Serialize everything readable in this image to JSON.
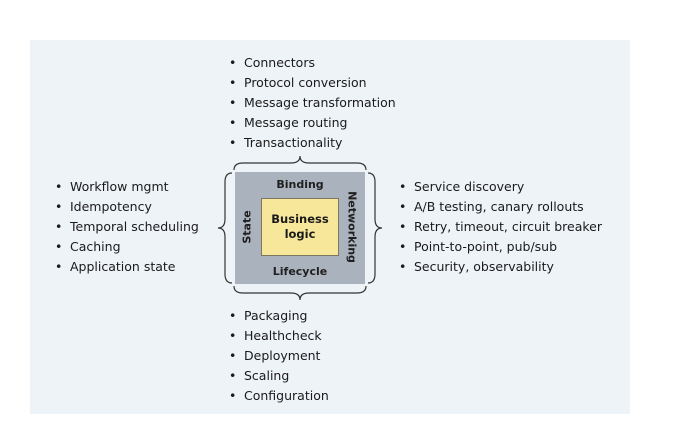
{
  "core": {
    "business_logic": "Business logic",
    "binding": "Binding",
    "lifecycle": "Lifecycle",
    "state": "State",
    "networking": "Networking"
  },
  "lists": {
    "top": [
      "Connectors",
      "Protocol conversion",
      "Message transformation",
      "Message routing",
      "Transactionality"
    ],
    "left": [
      "Workflow mgmt",
      "Idempotency",
      "Temporal scheduling",
      "Caching",
      "Application state"
    ],
    "right": [
      "Service discovery",
      "A/B testing, canary rollouts",
      "Retry, timeout, circuit breaker",
      "Point-to-point, pub/sub",
      "Security, observability"
    ],
    "bottom": [
      "Packaging",
      "Healthcheck",
      "Deployment",
      "Scaling",
      "Configuration"
    ]
  },
  "colors": {
    "background": "#eef3f8",
    "outer_box": "#aab2bd",
    "inner_box": "#f7e79a"
  }
}
